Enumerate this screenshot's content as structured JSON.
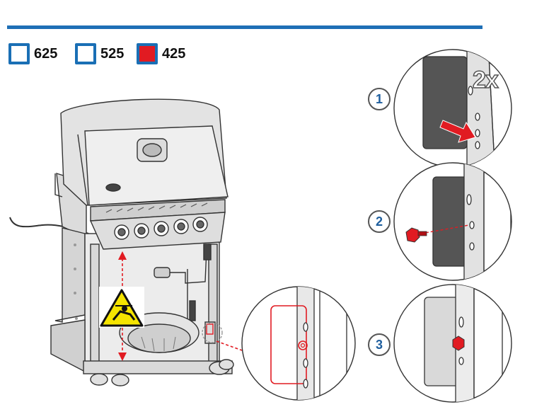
{
  "models": [
    {
      "label": "625",
      "selected": false
    },
    {
      "label": "525",
      "selected": false
    },
    {
      "label": "425",
      "selected": true
    }
  ],
  "steps": [
    "1",
    "2",
    "3"
  ],
  "step1_badge": "2x",
  "colors": {
    "rule": "#1f6fb6",
    "selected": "#e11b22",
    "arrow": "#e11b22",
    "bolt": "#e11b22",
    "warning": "#f5e400"
  },
  "icons": [
    "warning-icon",
    "grill-illustration",
    "bolt-icon",
    "arrow-icon"
  ]
}
